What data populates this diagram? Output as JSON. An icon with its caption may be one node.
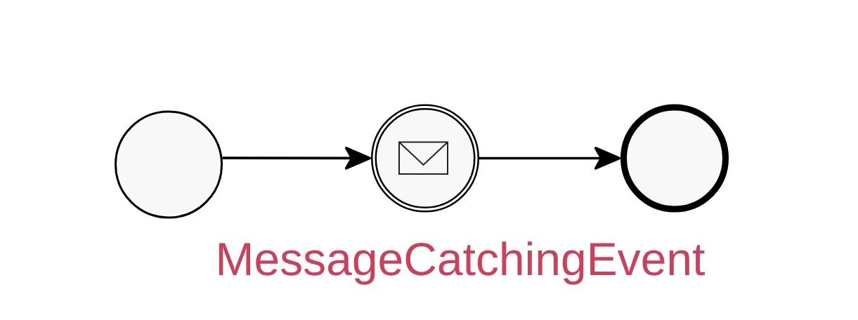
{
  "diagram": {
    "nodes": [
      {
        "text": [],
        "shape": "circle"
      },
      {
        "text": [],
        "shape": "circle",
        "beside": [
          "MessageCatchingEvent"
        ]
      },
      {
        "text": [],
        "shape": "circle"
      }
    ],
    "edges": [
      {
        "from": 0,
        "to": 1,
        "arrow": "to"
      },
      {
        "from": 1,
        "to": 2,
        "arrow": "to"
      }
    ]
  }
}
